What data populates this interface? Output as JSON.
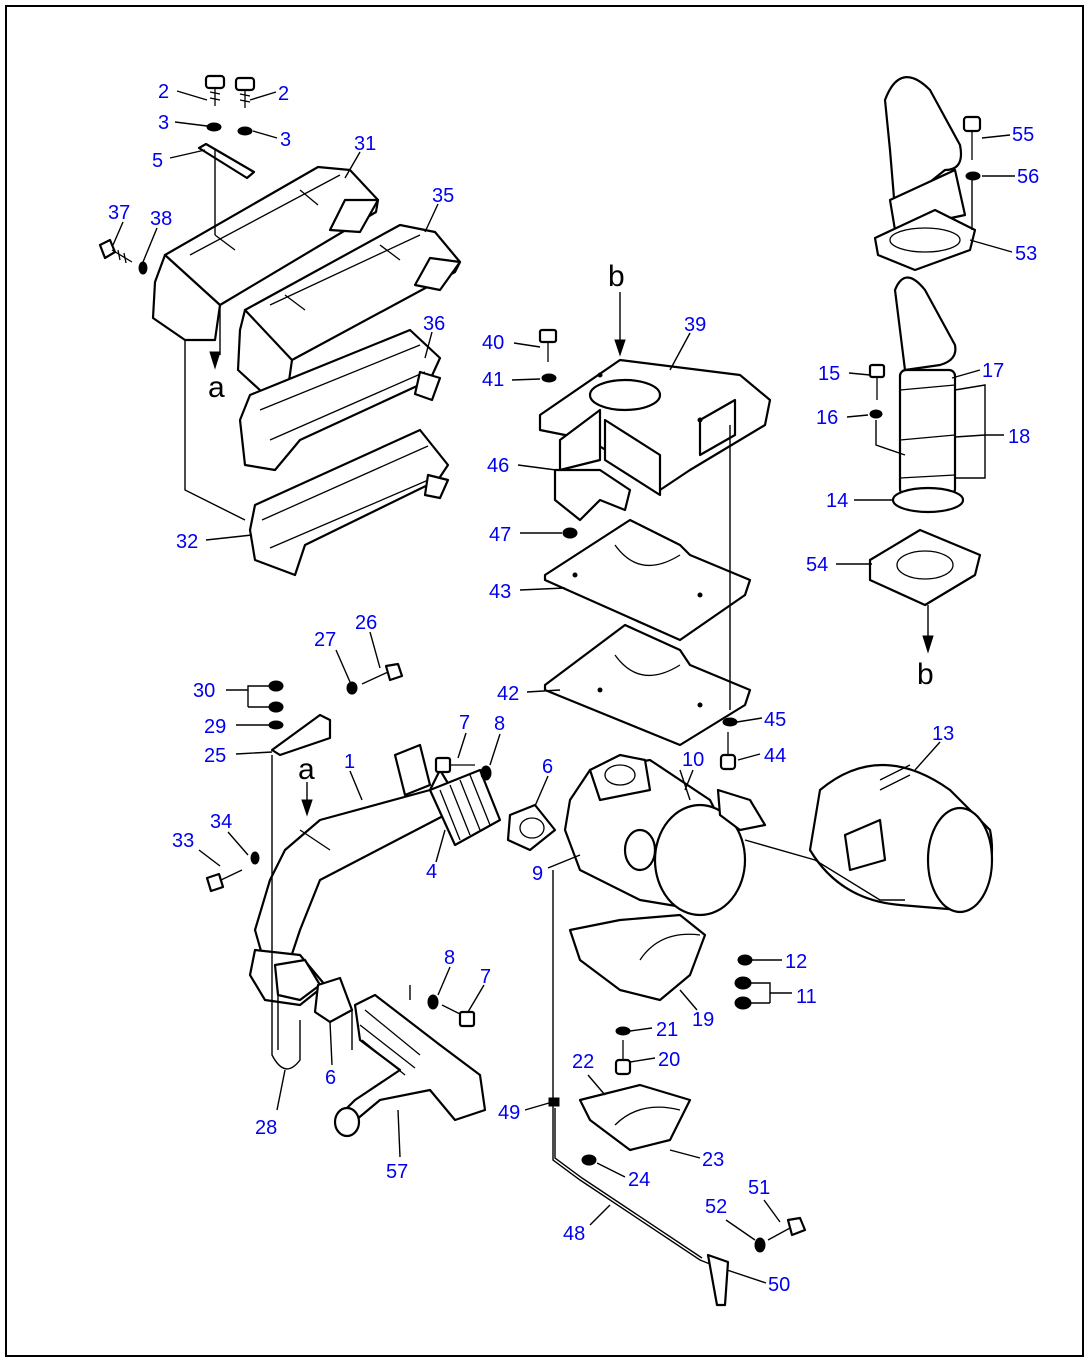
{
  "diagram": {
    "callouts": [
      {
        "id": "c2a",
        "label": "2"
      },
      {
        "id": "c2b",
        "label": "2"
      },
      {
        "id": "c3a",
        "label": "3"
      },
      {
        "id": "c3b",
        "label": "3"
      },
      {
        "id": "c5",
        "label": "5"
      },
      {
        "id": "c31",
        "label": "31"
      },
      {
        "id": "c35",
        "label": "35"
      },
      {
        "id": "c37",
        "label": "37"
      },
      {
        "id": "c38",
        "label": "38"
      },
      {
        "id": "c36",
        "label": "36"
      },
      {
        "id": "c32",
        "label": "32"
      },
      {
        "id": "c40",
        "label": "40"
      },
      {
        "id": "c39",
        "label": "39"
      },
      {
        "id": "c41",
        "label": "41"
      },
      {
        "id": "c46",
        "label": "46"
      },
      {
        "id": "c47",
        "label": "47"
      },
      {
        "id": "c43",
        "label": "43"
      },
      {
        "id": "c42",
        "label": "42"
      },
      {
        "id": "c55",
        "label": "55"
      },
      {
        "id": "c56",
        "label": "56"
      },
      {
        "id": "c53",
        "label": "53"
      },
      {
        "id": "c15",
        "label": "15"
      },
      {
        "id": "c17",
        "label": "17"
      },
      {
        "id": "c16",
        "label": "16"
      },
      {
        "id": "c18",
        "label": "18"
      },
      {
        "id": "c14",
        "label": "14"
      },
      {
        "id": "c54",
        "label": "54"
      },
      {
        "id": "c30",
        "label": "30"
      },
      {
        "id": "c27",
        "label": "27"
      },
      {
        "id": "c26",
        "label": "26"
      },
      {
        "id": "c29",
        "label": "29"
      },
      {
        "id": "c25",
        "label": "25"
      },
      {
        "id": "c7a",
        "label": "7"
      },
      {
        "id": "c8a",
        "label": "8"
      },
      {
        "id": "c1",
        "label": "1"
      },
      {
        "id": "c6a",
        "label": "6"
      },
      {
        "id": "c10",
        "label": "10"
      },
      {
        "id": "c45",
        "label": "45"
      },
      {
        "id": "c44",
        "label": "44"
      },
      {
        "id": "c13",
        "label": "13"
      },
      {
        "id": "c33",
        "label": "33"
      },
      {
        "id": "c34",
        "label": "34"
      },
      {
        "id": "c4",
        "label": "4"
      },
      {
        "id": "c9",
        "label": "9"
      },
      {
        "id": "c12",
        "label": "12"
      },
      {
        "id": "c11",
        "label": "11"
      },
      {
        "id": "c8b",
        "label": "8"
      },
      {
        "id": "c7b",
        "label": "7"
      },
      {
        "id": "c21",
        "label": "21"
      },
      {
        "id": "c19",
        "label": "19"
      },
      {
        "id": "c20",
        "label": "20"
      },
      {
        "id": "c6b",
        "label": "6"
      },
      {
        "id": "c28",
        "label": "28"
      },
      {
        "id": "c22",
        "label": "22"
      },
      {
        "id": "c49",
        "label": "49"
      },
      {
        "id": "c23",
        "label": "23"
      },
      {
        "id": "c24",
        "label": "24"
      },
      {
        "id": "c57",
        "label": "57"
      },
      {
        "id": "c51",
        "label": "51"
      },
      {
        "id": "c52",
        "label": "52"
      },
      {
        "id": "c48",
        "label": "48"
      },
      {
        "id": "c50",
        "label": "50"
      }
    ],
    "references": {
      "a_top": "a",
      "a_mid": "a",
      "b_top": "b",
      "b_bottom": "b"
    }
  }
}
